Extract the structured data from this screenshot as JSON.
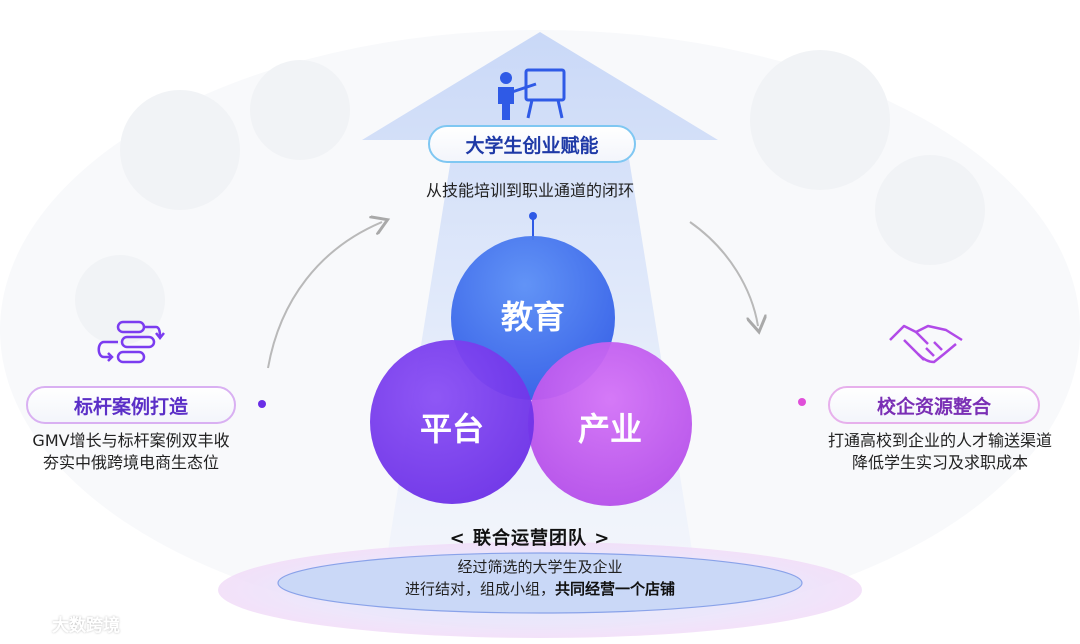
{
  "top": {
    "title": "大学生创业赋能",
    "description": "从技能培训到职业通道的闭环",
    "icon": "teacher-board-icon"
  },
  "left": {
    "title": "标杆案例打造",
    "description_lines": [
      "GMV增长与标杆案例双丰收",
      "夯实中俄跨境电商生态位"
    ],
    "icon": "flow-process-icon"
  },
  "right": {
    "title": "校企资源整合",
    "description_lines": [
      "打通高校到企业的人才输送渠道",
      "降低学生实习及求职成本"
    ],
    "icon": "handshake-icon"
  },
  "circles": {
    "top": "教育",
    "left": "平台",
    "right": "产业"
  },
  "team": {
    "title": "<  联合运营团队  >",
    "line1": "经过筛选的大学生及企业",
    "line2_prefix": "进行结对，组成小组，",
    "line2_bold": "共同经营一个店铺"
  },
  "logo": {
    "text": "大数跨境",
    "icon": "brand-logo-icon"
  },
  "colors": {
    "education": "#3a6cf0",
    "platform": "#7b3cf0",
    "industry": "#c95bf2",
    "title_blue": "#1f3aa7",
    "title_purple": "#5b2fc7"
  }
}
